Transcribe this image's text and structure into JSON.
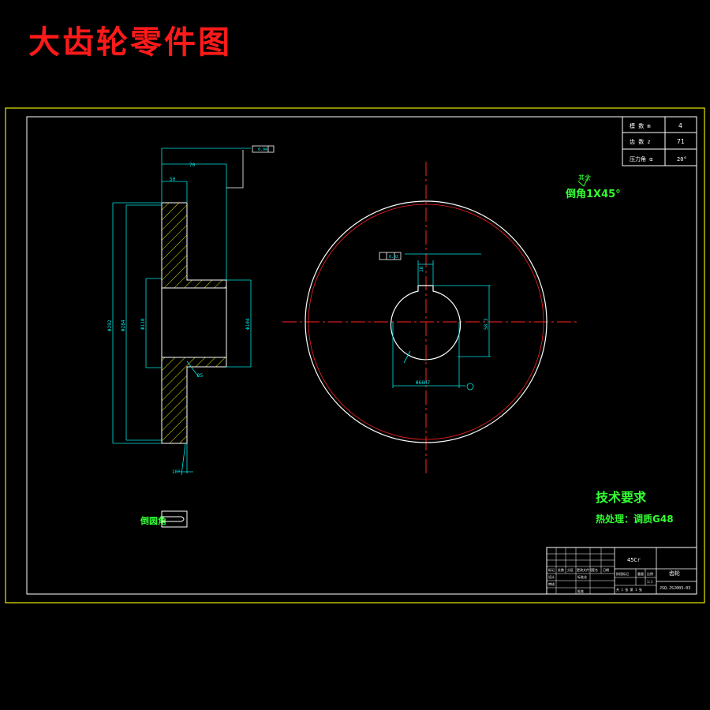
{
  "title": "大齿轮零件图",
  "parameter_table": [
    {
      "label": "模 数 m",
      "value": "4"
    },
    {
      "label": "齿 数 z",
      "value": "71"
    },
    {
      "label": "压力角 α",
      "value": "20°"
    }
  ],
  "chamfer_note": "倒角1X45°",
  "chamfer_note_small": "其余",
  "tech_requirements": {
    "heading": "技术要求",
    "item": "热处理：调质G48"
  },
  "rounding_note": "倒圆角",
  "side_view_dims": {
    "d_outer": "Φ292",
    "d_tip": "Φ284",
    "d_hub": "Φ110",
    "d_hub_outer": "Φ104",
    "hub_length": "50",
    "width": "70",
    "angle": "10°",
    "radius": "R5",
    "tolerance": "0.04"
  },
  "front_view_dims": {
    "keyway_depth": "58.3",
    "bore": "Φ66H7",
    "key_width": "18",
    "tolerance_frame": "0.02"
  },
  "title_block": {
    "material": "45Cr",
    "name": "齿轮",
    "drawing_no": "JSQ-JSJ003-03",
    "labels": [
      "标记",
      "处数",
      "分区",
      "更改文件号",
      "签名",
      "日期"
    ],
    "row2": [
      "设计",
      "",
      "标准化"
    ],
    "row3": [
      "审核",
      "",
      "批准"
    ],
    "stage": "阶段标记",
    "weight": "重量",
    "scale": "比例",
    "scale_value": "1:1",
    "sheets": "共 1 张 第 1 张"
  }
}
